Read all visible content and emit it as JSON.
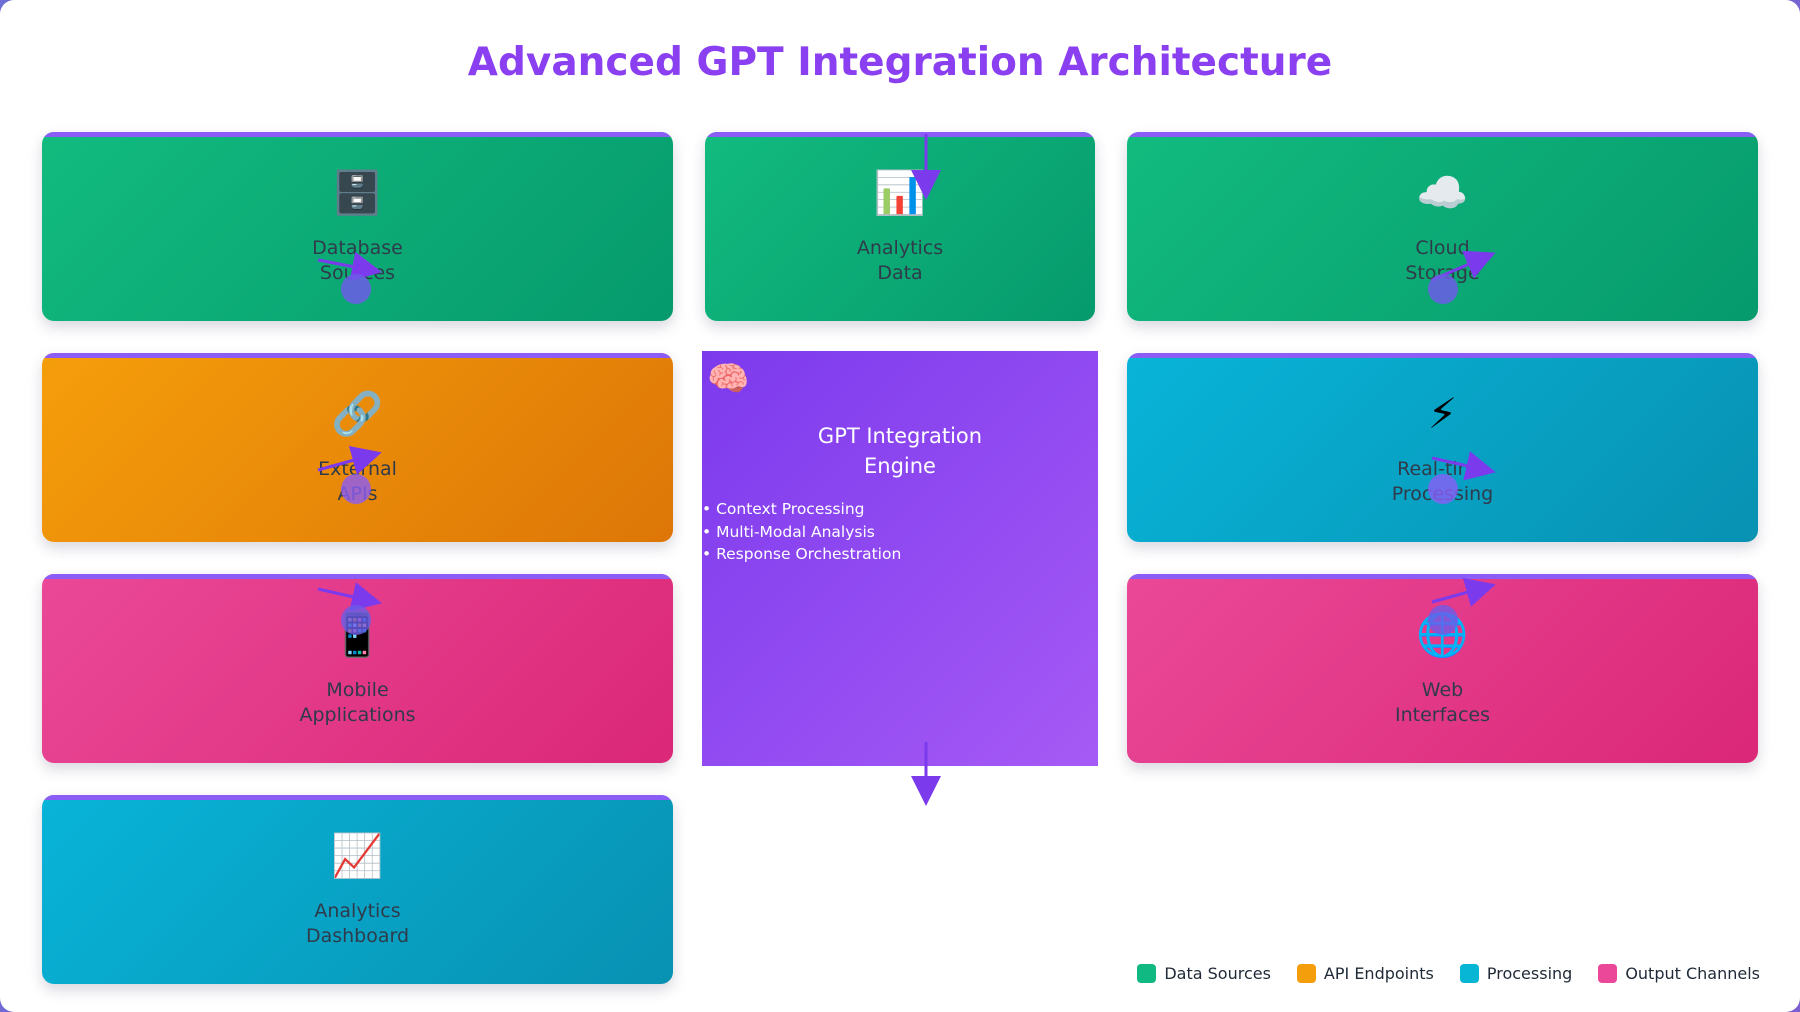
{
  "title": "Advanced GPT Integration Architecture",
  "colors": {
    "accent": "#8b5cf6",
    "data_sources": "#10b981",
    "api_endpoints": "#f59e0b",
    "processing": "#06b6d4",
    "output_channels": "#ec4899"
  },
  "nodes": {
    "database": {
      "icon": "🗄️",
      "icon_name": "file-cabinet-icon",
      "line1": "Database",
      "line2": "Sources"
    },
    "analytics_data": {
      "icon": "📊",
      "icon_name": "bar-chart-icon",
      "line1": "Analytics",
      "line2": "Data"
    },
    "cloud": {
      "icon": "☁️",
      "icon_name": "cloud-icon",
      "line1": "Cloud",
      "line2": "Storage"
    },
    "external_apis": {
      "icon": "🔗",
      "icon_name": "link-icon",
      "line1": "External",
      "line2": "APIs"
    },
    "realtime": {
      "icon": "⚡",
      "icon_name": "lightning-icon",
      "line1": "Real-time",
      "line2": "Processing"
    },
    "mobile": {
      "icon": "📱",
      "icon_name": "mobile-phone-icon",
      "line1": "Mobile",
      "line2": "Applications"
    },
    "web": {
      "icon": "🌐",
      "icon_name": "globe-icon",
      "line1": "Web",
      "line2": "Interfaces"
    },
    "dashboard": {
      "icon": "📈",
      "icon_name": "trend-chart-icon",
      "line1": "Analytics",
      "line2": "Dashboard"
    }
  },
  "engine": {
    "icon": "🧠",
    "icon_name": "brain-icon",
    "title_line1": "GPT Integration",
    "title_line2": "Engine",
    "features": [
      "• Context Processing",
      "• Multi-Modal Analysis",
      "• Response Orchestration"
    ]
  },
  "legend": [
    {
      "label": "Data Sources",
      "color": "#10b981"
    },
    {
      "label": "API Endpoints",
      "color": "#f59e0b"
    },
    {
      "label": "Processing",
      "color": "#06b6d4"
    },
    {
      "label": "Output Channels",
      "color": "#ec4899"
    }
  ]
}
